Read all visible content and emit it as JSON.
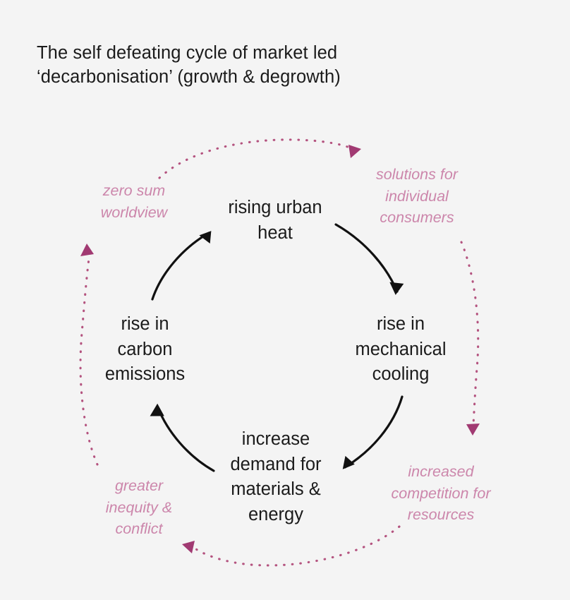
{
  "page": {
    "background_color": "#f4f4f4",
    "title": "The self defeating cycle of market led\n‘decarbonisation’ (growth & degrowth)"
  },
  "colors": {
    "node_text": "#1b1b1b",
    "outer_text": "#cc86ab",
    "dotted_arc": "#b4537f",
    "arrow_head_outer": "#a13a72",
    "inner_arrow": "#111111"
  },
  "inner_cycle": {
    "direction": "clockwise",
    "nodes": [
      {
        "id": "top",
        "label": "rising urban\nheat"
      },
      {
        "id": "right",
        "label": "rise in\nmechanical\ncooling"
      },
      {
        "id": "bottom",
        "label": "increase\ndemand for\nmaterials &\nenergy"
      },
      {
        "id": "left",
        "label": "rise in\ncarbon\nemissions"
      }
    ],
    "arrows": [
      {
        "from": "top",
        "to": "right",
        "name": "arrow-heat-to-cooling"
      },
      {
        "from": "right",
        "to": "bottom",
        "name": "arrow-cooling-to-demand"
      },
      {
        "from": "bottom",
        "to": "left",
        "name": "arrow-demand-to-emissions"
      },
      {
        "from": "left",
        "to": "top",
        "name": "arrow-emissions-to-heat"
      }
    ]
  },
  "outer_cycle": {
    "direction": "clockwise",
    "style": "dotted",
    "labels": [
      {
        "id": "topright",
        "label": "solutions for\nindividual\nconsumers"
      },
      {
        "id": "bottomright",
        "label": "increased\ncompetition for\nresources"
      },
      {
        "id": "bottomleft",
        "label": "greater\ninequity &\nconflict"
      },
      {
        "id": "topleft",
        "label": "zero sum\nworldview"
      }
    ]
  }
}
